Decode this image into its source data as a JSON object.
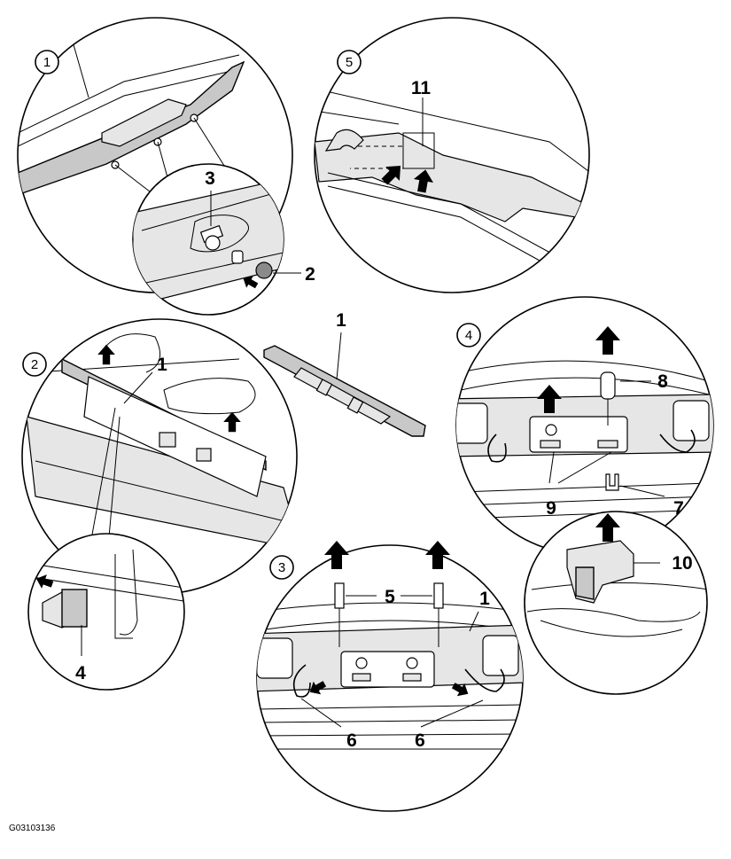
{
  "figure_id": "G03103136",
  "steps": [
    "1",
    "2",
    "3",
    "4",
    "5"
  ],
  "callouts": {
    "c1": "1",
    "c2": "2",
    "c3": "3",
    "c4": "4",
    "c5": "5",
    "c6": "6",
    "c7": "7",
    "c8": "8",
    "c9": "9",
    "c10": "10",
    "c11": "11"
  },
  "colors": {
    "line": "#000000",
    "part_fill": "#c8c8c8",
    "light_fill": "#e6e6e6",
    "background": "#ffffff"
  },
  "icons": [
    "up-arrow-icon",
    "down-left-arrow-icon",
    "curved-arrow-icon"
  ]
}
